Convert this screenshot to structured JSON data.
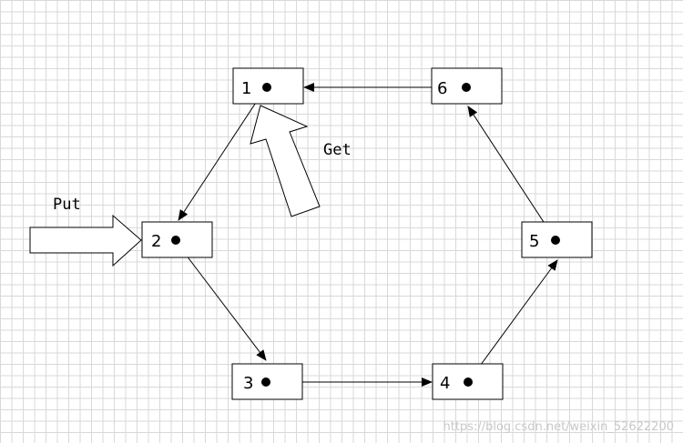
{
  "nodes": [
    {
      "id": "n1",
      "label": "1"
    },
    {
      "id": "n2",
      "label": "2"
    },
    {
      "id": "n3",
      "label": "3"
    },
    {
      "id": "n4",
      "label": "4"
    },
    {
      "id": "n5",
      "label": "5"
    },
    {
      "id": "n6",
      "label": "6"
    }
  ],
  "edges": [
    {
      "from": "1",
      "to": "2"
    },
    {
      "from": "2",
      "to": "3"
    },
    {
      "from": "3",
      "to": "4"
    },
    {
      "from": "4",
      "to": "5"
    },
    {
      "from": "5",
      "to": "6"
    },
    {
      "from": "6",
      "to": "1"
    }
  ],
  "labels": {
    "put": "Put",
    "get": "Get"
  },
  "watermark": "https://blog.csdn.net/weixin_52622200",
  "colors": {
    "stroke": "#000000",
    "grid": "#d9d9d9",
    "background": "#ffffff",
    "watermark": "#c8c8c8"
  }
}
